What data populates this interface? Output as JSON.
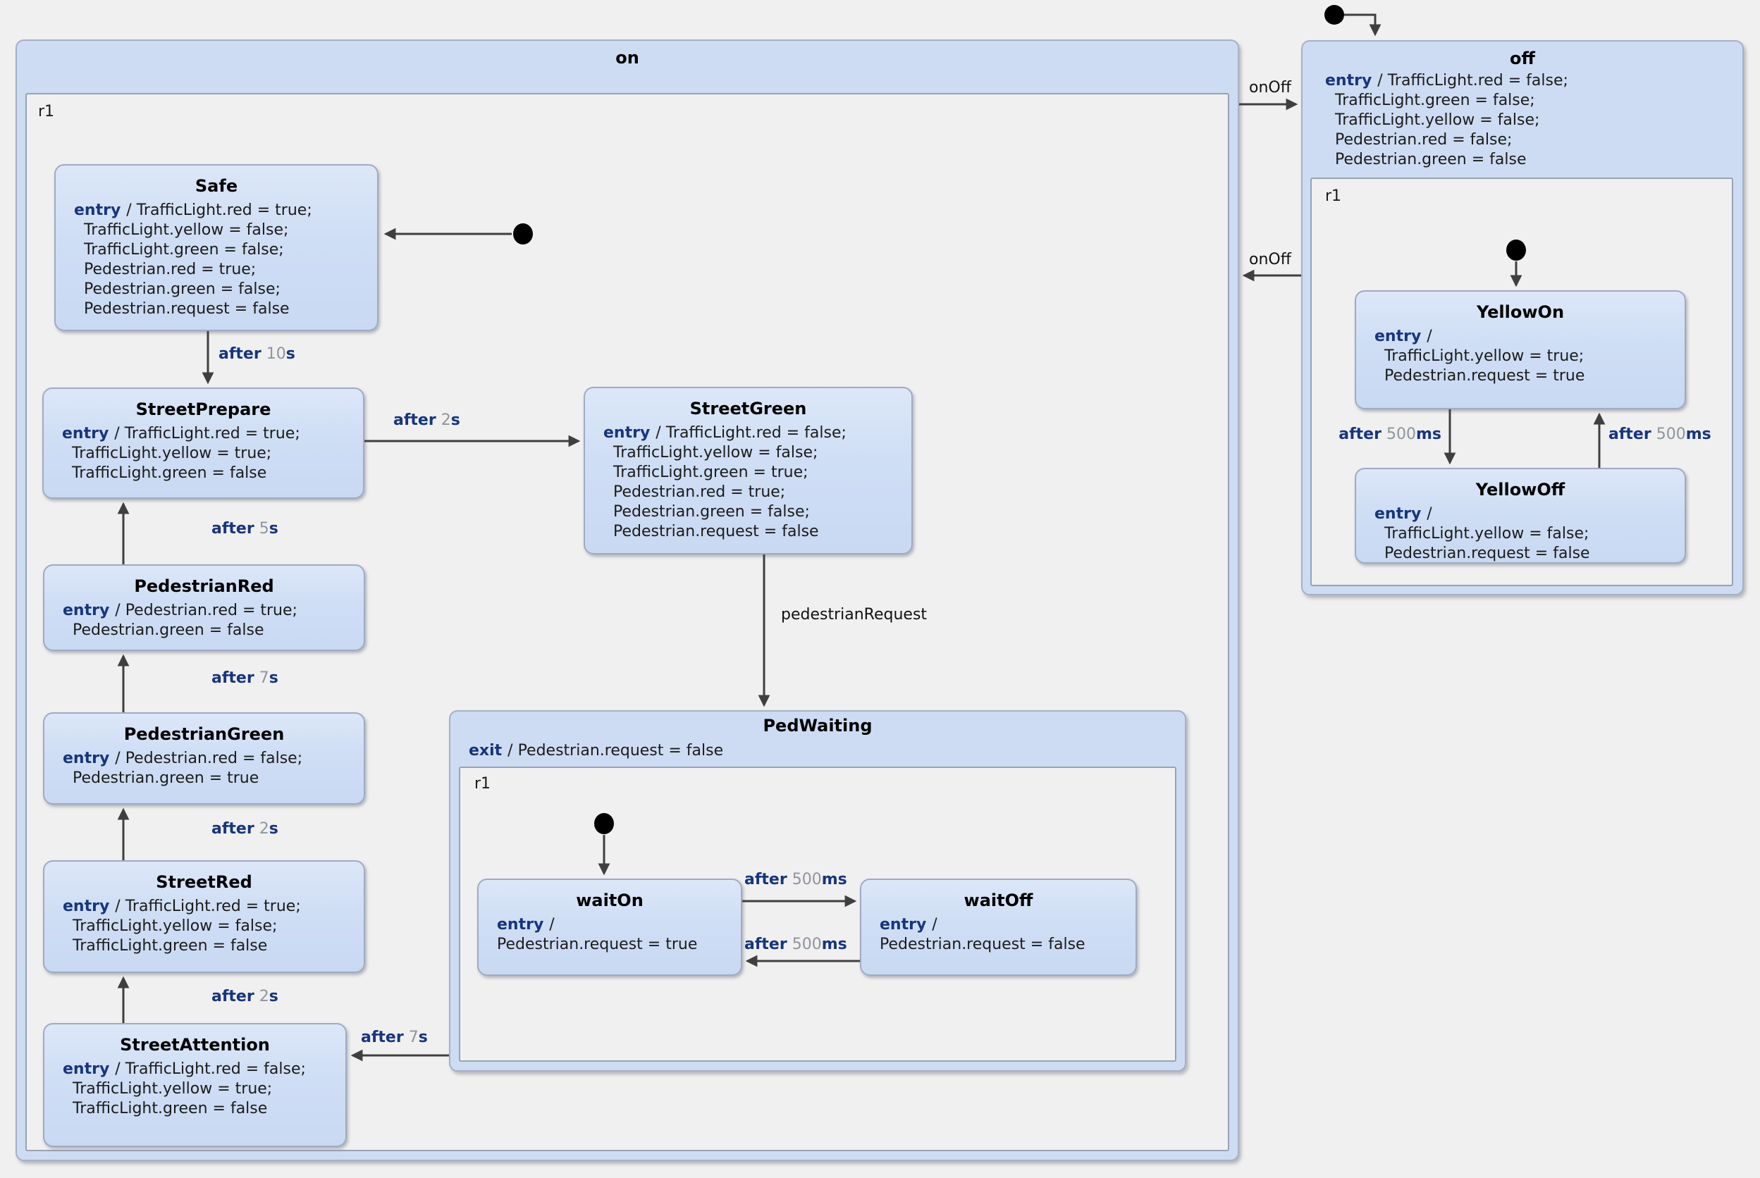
{
  "diagram": {
    "composites": {
      "on": {
        "title": "on",
        "region_label": "r1"
      },
      "off": {
        "title": "off",
        "region_label": "r1",
        "entry_kw": "entry",
        "entry_head": "/ TrafficLight.red = false;",
        "entry_lines": [
          "TrafficLight.green = false;",
          "TrafficLight.yellow = false;",
          "Pedestrian.red = false;",
          "Pedestrian.green = false"
        ]
      },
      "ped_waiting": {
        "title": "PedWaiting",
        "region_label": "r1",
        "exit_kw": "exit",
        "exit_head": "/ Pedestrian.request = false"
      }
    },
    "states": {
      "safe": {
        "title": "Safe",
        "entry_kw": "entry",
        "head": "/ TrafficLight.red = true;",
        "lines": [
          "TrafficLight.yellow = false;",
          "TrafficLight.green = false;",
          "Pedestrian.red = true;",
          "Pedestrian.green = false;",
          "Pedestrian.request = false"
        ]
      },
      "street_prepare": {
        "title": "StreetPrepare",
        "entry_kw": "entry",
        "head": "/ TrafficLight.red = true;",
        "lines": [
          "TrafficLight.yellow = true;",
          "TrafficLight.green = false"
        ]
      },
      "street_green": {
        "title": "StreetGreen",
        "entry_kw": "entry",
        "head": "/ TrafficLight.red = false;",
        "lines": [
          "TrafficLight.yellow = false;",
          "TrafficLight.green = true;",
          "Pedestrian.red = true;",
          "Pedestrian.green = false;",
          "Pedestrian.request = false"
        ]
      },
      "pedestrian_red": {
        "title": "PedestrianRed",
        "entry_kw": "entry",
        "head": "/ Pedestrian.red = true;",
        "lines": [
          "Pedestrian.green = false"
        ]
      },
      "pedestrian_green": {
        "title": "PedestrianGreen",
        "entry_kw": "entry",
        "head": "/ Pedestrian.red = false;",
        "lines": [
          "Pedestrian.green = true"
        ]
      },
      "street_red": {
        "title": "StreetRed",
        "entry_kw": "entry",
        "head": "/ TrafficLight.red = true;",
        "lines": [
          "TrafficLight.yellow = false;",
          "TrafficLight.green = false"
        ]
      },
      "street_attention": {
        "title": "StreetAttention",
        "entry_kw": "entry",
        "head": "/ TrafficLight.red = false;",
        "lines": [
          "TrafficLight.yellow = true;",
          "TrafficLight.green = false"
        ]
      },
      "wait_on": {
        "title": "waitOn",
        "entry_kw": "entry",
        "head": "/",
        "lines": [
          "Pedestrian.request = true"
        ]
      },
      "wait_off": {
        "title": "waitOff",
        "entry_kw": "entry",
        "head": "/",
        "lines": [
          "Pedestrian.request = false"
        ]
      },
      "yellow_on": {
        "title": "YellowOn",
        "entry_kw": "entry",
        "head": "/",
        "lines": [
          "TrafficLight.yellow = true;",
          "Pedestrian.request = true"
        ]
      },
      "yellow_off": {
        "title": "YellowOff",
        "entry_kw": "entry",
        "head": "/",
        "lines": [
          "TrafficLight.yellow = false;",
          "Pedestrian.request = false"
        ]
      }
    },
    "transitions": {
      "safe_to_street_prepare": {
        "kw": "after",
        "value": "10",
        "unit": "s"
      },
      "street_prepare_to_street_green": {
        "kw": "after",
        "value": "2",
        "unit": "s"
      },
      "street_green_to_ped_waiting": {
        "event": "pedestrianRequest"
      },
      "ped_waiting_to_street_attention": {
        "kw": "after",
        "value": "7",
        "unit": "s"
      },
      "street_attention_to_street_red": {
        "kw": "after",
        "value": "2",
        "unit": "s"
      },
      "street_red_to_pedestrian_green": {
        "kw": "after",
        "value": "2",
        "unit": "s"
      },
      "pedestrian_green_to_pedestrian_red": {
        "kw": "after",
        "value": "7",
        "unit": "s"
      },
      "pedestrian_red_to_street_prepare": {
        "kw": "after",
        "value": "5",
        "unit": "s"
      },
      "on_to_off": {
        "event": "onOff"
      },
      "off_to_on": {
        "event": "onOff"
      },
      "wait_on_to_wait_off": {
        "kw": "after",
        "value": "500",
        "unit": "ms"
      },
      "wait_off_to_wait_on": {
        "kw": "after",
        "value": "500",
        "unit": "ms"
      },
      "yellow_on_to_yellow_off": {
        "kw": "after",
        "value": "500",
        "unit": "ms"
      },
      "yellow_off_to_yellow_on": {
        "kw": "after",
        "value": "500",
        "unit": "ms"
      }
    },
    "colors": {
      "canvas": "#f0f0f0",
      "composite_fill": "#cedcf3",
      "state_fill": "#cfdef5",
      "keyword": "#17357d",
      "number": "#8f949c",
      "arrow": "#3f3f3f"
    }
  }
}
